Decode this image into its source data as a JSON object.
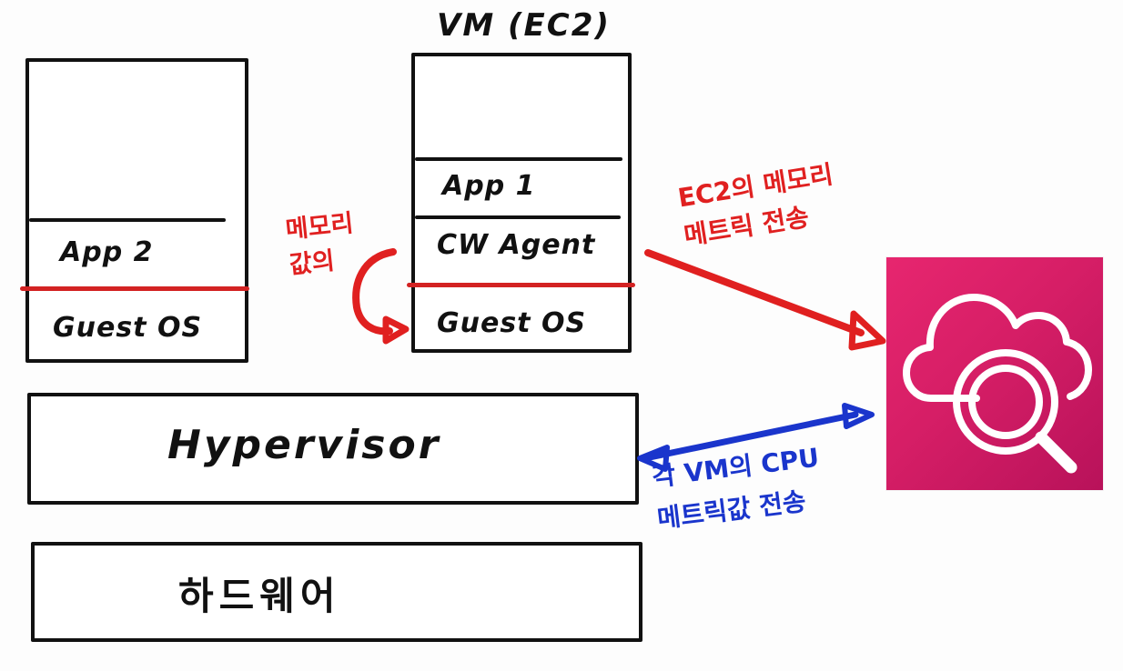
{
  "diagram": {
    "title": "VM (EC2)",
    "vm_left": {
      "sections": [
        {
          "label": ""
        },
        {
          "label": "App 2"
        },
        {
          "label": "Guest OS"
        }
      ]
    },
    "vm_right": {
      "title": "VM (EC2)",
      "sections": [
        {
          "label": ""
        },
        {
          "label": "App 1"
        },
        {
          "label": "CW Agent"
        },
        {
          "label": "Guest OS"
        }
      ]
    },
    "hypervisor": {
      "label": "Hypervisor"
    },
    "hardware": {
      "label": "하드웨어"
    },
    "annotations": {
      "memory_note": {
        "line1": "메모리",
        "line2": "값의",
        "color": "#e02020"
      },
      "ec2_metric_note": {
        "line1": "EC2의 메모리",
        "line2": "메트릭 전송",
        "color": "#e02020"
      },
      "cpu_metric_note": {
        "line1": "각 VM의 CPU",
        "line2": "메트릭값 전송",
        "color": "#1a35cc"
      }
    },
    "cloudwatch": {
      "icon_name": "aws-cloudwatch-icon",
      "gradient_start": "#e7266f",
      "gradient_end": "#b8125a",
      "glyph": "cloud-with-magnifier"
    },
    "colors": {
      "stroke": "#111111",
      "red": "#d32222",
      "blue": "#1a35cc"
    }
  }
}
